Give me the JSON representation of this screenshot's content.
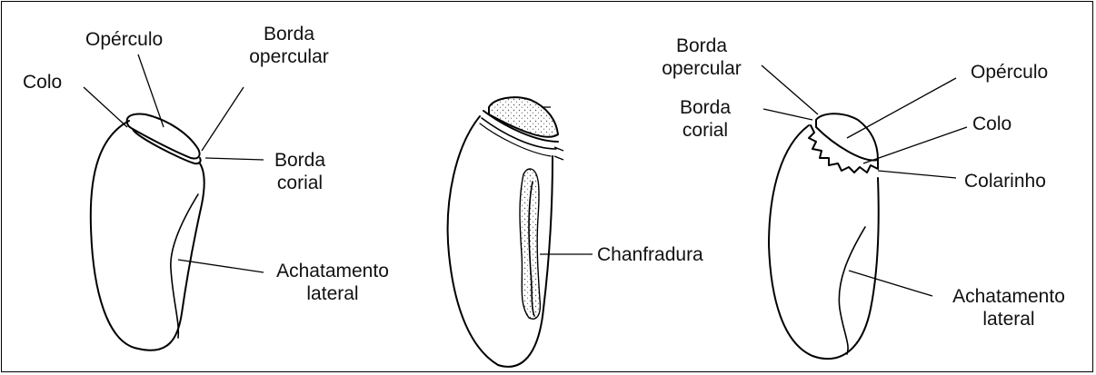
{
  "figure_a": {
    "labels": {
      "colo": "Colo",
      "operculo": "Opérculo",
      "borda_opercular": [
        "Borda",
        "opercular"
      ],
      "borda_corial": [
        "Borda",
        "corial"
      ],
      "achatamento_lateral": [
        "Achatamento",
        "lateral"
      ]
    }
  },
  "figure_b": {
    "labels": {
      "chanfradura": "Chanfradura"
    }
  },
  "figure_c": {
    "labels": {
      "borda_opercular": [
        "Borda",
        "opercular"
      ],
      "borda_corial": [
        "Borda",
        "corial"
      ],
      "operculo": "Opérculo",
      "colo": "Colo",
      "colarinho": "Colarinho",
      "achatamento_lateral": [
        "Achatamento",
        "lateral"
      ]
    }
  },
  "colors": {
    "line": "#000000",
    "stipple": "#555555",
    "background": "#ffffff"
  }
}
